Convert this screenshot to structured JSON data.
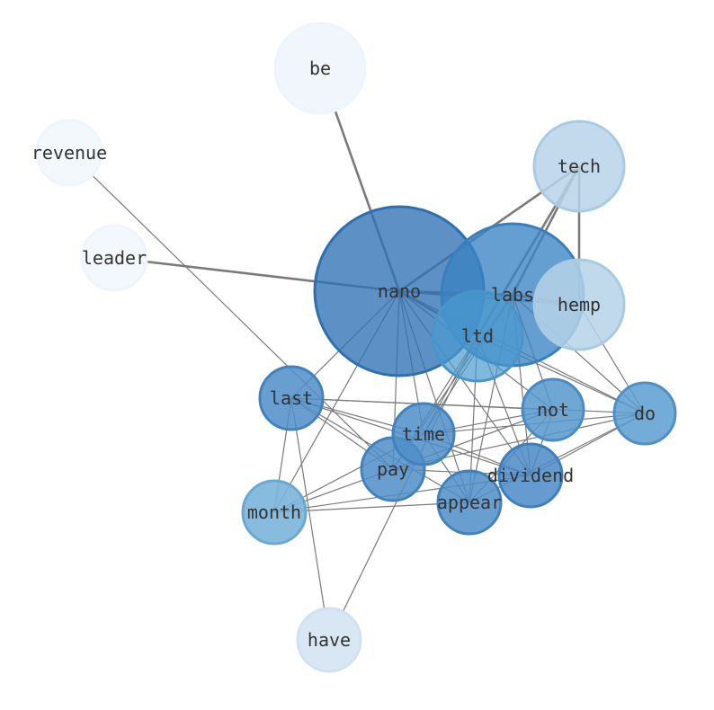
{
  "graph": {
    "nodes": [
      {
        "id": "nano",
        "label": "nano",
        "fill": "#2f71b5",
        "stroke": "#2f6fae",
        "opacity": 0.78
      },
      {
        "id": "labs",
        "label": "labs",
        "fill": "#3a83c3",
        "stroke": "#3a7fbd",
        "opacity": 0.78
      },
      {
        "id": "ltd",
        "label": "ltd",
        "fill": "#4a9ad0",
        "stroke": "#4a95c8",
        "opacity": 0.7
      },
      {
        "id": "hemp",
        "label": "hemp",
        "fill": "#b5d2e8",
        "stroke": "#a9cae3",
        "opacity": 0.85
      },
      {
        "id": "tech",
        "label": "tech",
        "fill": "#b8d4ea",
        "stroke": "#a9cae3",
        "opacity": 0.85
      },
      {
        "id": "be",
        "label": "be",
        "fill": "#f1f6fc",
        "stroke": "#eef4fb",
        "opacity": 1
      },
      {
        "id": "revenue",
        "label": "revenue",
        "fill": "#f3f8fd",
        "stroke": "#eff5fc",
        "opacity": 1
      },
      {
        "id": "leader",
        "label": "leader",
        "fill": "#f3f8fd",
        "stroke": "#eff5fc",
        "opacity": 1
      },
      {
        "id": "last",
        "label": "last",
        "fill": "#4f8ec8",
        "stroke": "#4182bd",
        "opacity": 0.85
      },
      {
        "id": "time",
        "label": "time",
        "fill": "#4f8ec8",
        "stroke": "#4182bd",
        "opacity": 0.85
      },
      {
        "id": "not",
        "label": "not",
        "fill": "#5596cc",
        "stroke": "#4a8bc3",
        "opacity": 0.85
      },
      {
        "id": "do",
        "label": "do",
        "fill": "#5b9dcf",
        "stroke": "#4e90c6",
        "opacity": 0.85
      },
      {
        "id": "pay",
        "label": "pay",
        "fill": "#4f8ec8",
        "stroke": "#4182bd",
        "opacity": 0.85
      },
      {
        "id": "dividend",
        "label": "dividend",
        "fill": "#4a8ac5",
        "stroke": "#3e7fbb",
        "opacity": 0.85
      },
      {
        "id": "appear",
        "label": "appear",
        "fill": "#4f8ec8",
        "stroke": "#4182bd",
        "opacity": 0.85
      },
      {
        "id": "month",
        "label": "month",
        "fill": "#7ab5db",
        "stroke": "#6aa8d2",
        "opacity": 0.9
      },
      {
        "id": "have",
        "label": "have",
        "fill": "#d9e7f5",
        "stroke": "#cfe1f2",
        "opacity": 1
      }
    ],
    "edges": [
      {
        "source": "nano",
        "target": "be",
        "weight": "thick"
      },
      {
        "source": "nano",
        "target": "leader",
        "weight": "thick"
      },
      {
        "source": "nano",
        "target": "tech",
        "weight": "thick"
      },
      {
        "source": "nano",
        "target": "labs",
        "weight": "thick"
      },
      {
        "source": "nano",
        "target": "hemp",
        "weight": "thick"
      },
      {
        "source": "nano",
        "target": "ltd",
        "weight": "thick"
      },
      {
        "source": "labs",
        "target": "tech",
        "weight": "thick"
      },
      {
        "source": "labs",
        "target": "hemp",
        "weight": "thick"
      },
      {
        "source": "tech",
        "target": "hemp",
        "weight": "thick"
      },
      {
        "source": "tech",
        "target": "ltd",
        "weight": "thick"
      },
      {
        "source": "revenue",
        "target": "pay",
        "weight": "thin"
      },
      {
        "source": "nano",
        "target": "last",
        "weight": "thin"
      },
      {
        "source": "nano",
        "target": "time",
        "weight": "thin"
      },
      {
        "source": "nano",
        "target": "pay",
        "weight": "thin"
      },
      {
        "source": "nano",
        "target": "appear",
        "weight": "thin"
      },
      {
        "source": "nano",
        "target": "dividend",
        "weight": "thin"
      },
      {
        "source": "nano",
        "target": "month",
        "weight": "thin"
      },
      {
        "source": "nano",
        "target": "not",
        "weight": "thin"
      },
      {
        "source": "nano",
        "target": "do",
        "weight": "thin"
      },
      {
        "source": "labs",
        "target": "time",
        "weight": "thin"
      },
      {
        "source": "labs",
        "target": "pay",
        "weight": "thin"
      },
      {
        "source": "labs",
        "target": "appear",
        "weight": "thin"
      },
      {
        "source": "labs",
        "target": "dividend",
        "weight": "thin"
      },
      {
        "source": "labs",
        "target": "not",
        "weight": "thin"
      },
      {
        "source": "labs",
        "target": "do",
        "weight": "thin"
      },
      {
        "source": "ltd",
        "target": "time",
        "weight": "thin"
      },
      {
        "source": "ltd",
        "target": "pay",
        "weight": "thin"
      },
      {
        "source": "ltd",
        "target": "appear",
        "weight": "thin"
      },
      {
        "source": "ltd",
        "target": "dividend",
        "weight": "thin"
      },
      {
        "source": "ltd",
        "target": "do",
        "weight": "thin"
      },
      {
        "source": "ltd",
        "target": "have",
        "weight": "thin"
      },
      {
        "source": "hemp",
        "target": "do",
        "weight": "thin"
      },
      {
        "source": "last",
        "target": "not",
        "weight": "thin"
      },
      {
        "source": "last",
        "target": "do",
        "weight": "thin"
      },
      {
        "source": "last",
        "target": "time",
        "weight": "thin"
      },
      {
        "source": "last",
        "target": "pay",
        "weight": "thin"
      },
      {
        "source": "last",
        "target": "appear",
        "weight": "thin"
      },
      {
        "source": "last",
        "target": "dividend",
        "weight": "thin"
      },
      {
        "source": "last",
        "target": "month",
        "weight": "thin"
      },
      {
        "source": "last",
        "target": "have",
        "weight": "thin"
      },
      {
        "source": "time",
        "target": "not",
        "weight": "thin"
      },
      {
        "source": "time",
        "target": "do",
        "weight": "thin"
      },
      {
        "source": "time",
        "target": "dividend",
        "weight": "thin"
      },
      {
        "source": "time",
        "target": "appear",
        "weight": "thin"
      },
      {
        "source": "time",
        "target": "month",
        "weight": "thin"
      },
      {
        "source": "pay",
        "target": "not",
        "weight": "thin"
      },
      {
        "source": "pay",
        "target": "do",
        "weight": "thin"
      },
      {
        "source": "pay",
        "target": "dividend",
        "weight": "thin"
      },
      {
        "source": "pay",
        "target": "month",
        "weight": "thin"
      },
      {
        "source": "appear",
        "target": "not",
        "weight": "thin"
      },
      {
        "source": "appear",
        "target": "do",
        "weight": "thin"
      },
      {
        "source": "appear",
        "target": "month",
        "weight": "thin"
      },
      {
        "source": "dividend",
        "target": "do",
        "weight": "thin"
      },
      {
        "source": "dividend",
        "target": "month",
        "weight": "thin"
      },
      {
        "source": "not",
        "target": "dividend",
        "weight": "thin"
      }
    ]
  }
}
